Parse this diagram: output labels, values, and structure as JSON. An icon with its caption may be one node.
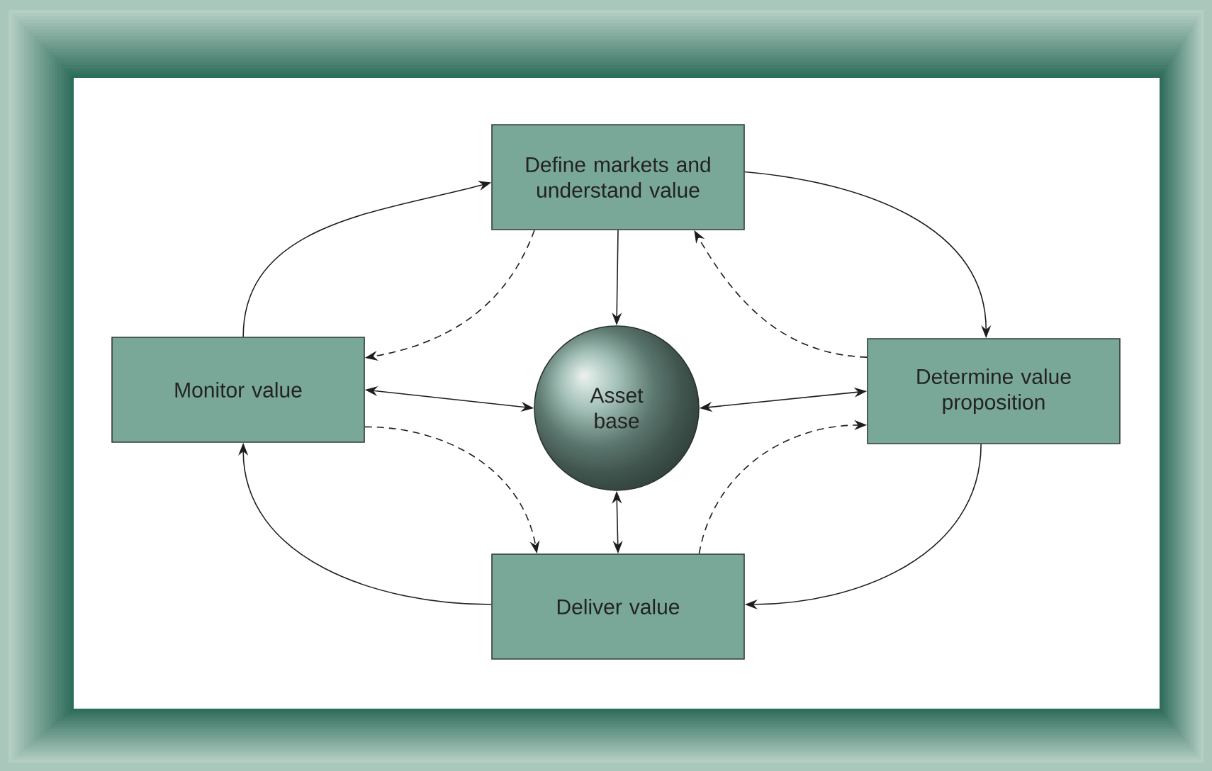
{
  "diagram": {
    "nodes": [
      {
        "text": [
          "Define markets and understand value"
        ]
      },
      {
        "text": [
          "Monitor value"
        ]
      },
      {
        "text": [
          "Asset base"
        ]
      },
      {
        "text": [
          "Determine value proposition"
        ]
      },
      {
        "text": [
          "Deliver value"
        ]
      }
    ],
    "edges": [
      {
        "from": 1,
        "to": 0,
        "arrow": "to"
      },
      {
        "from": 0,
        "to": 3,
        "arrow": "to"
      },
      {
        "from": 3,
        "to": 4,
        "arrow": "to"
      },
      {
        "from": 4,
        "to": 1,
        "arrow": "to"
      },
      {
        "from": 0,
        "to": 2,
        "arrow": "to"
      },
      {
        "from": 1,
        "to": 2,
        "arrow": "both"
      },
      {
        "from": 2,
        "to": 3,
        "arrow": "both"
      },
      {
        "from": 2,
        "to": 4,
        "arrow": "both"
      },
      {
        "from": 0,
        "to": 1,
        "arrow": "to",
        "style": "dashed"
      },
      {
        "from": 3,
        "to": 0,
        "arrow": "to",
        "style": "dashed"
      },
      {
        "from": 1,
        "to": 4,
        "arrow": "to",
        "style": "dashed"
      },
      {
        "from": 4,
        "to": 3,
        "arrow": "to",
        "style": "dashed"
      }
    ]
  }
}
